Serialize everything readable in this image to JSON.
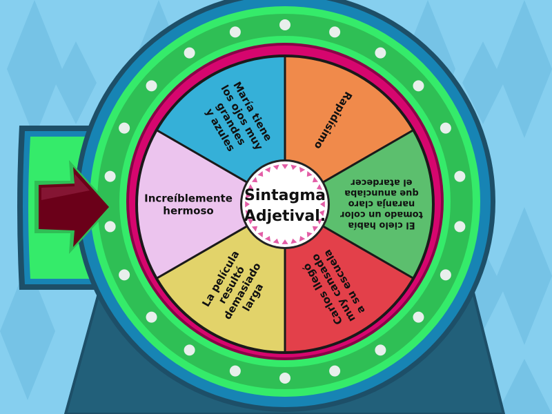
{
  "wheel": {
    "center_label_line1": "Sintagma",
    "center_label_line2": "Adjetival.",
    "segments": [
      {
        "lines": [
          "María tiene",
          "los ojos muy",
          "grandes",
          "y azules"
        ],
        "color": "#35b0d8"
      },
      {
        "lines": [
          "Rapidísimo"
        ],
        "color": "#f08a4b"
      },
      {
        "lines": [
          "El cielo había",
          "tomado un color",
          "naranja claro",
          "que anunciaba",
          "el atardecer"
        ],
        "color": "#5cbf6e"
      },
      {
        "lines": [
          "Carlos llegó",
          "muy cansado",
          "a su escuela"
        ],
        "color": "#e3404a"
      },
      {
        "lines": [
          "La película",
          "resultó",
          "demasiado",
          "larga"
        ],
        "color": "#e2d36a"
      },
      {
        "lines": [
          "Increíblemente",
          "hermoso"
        ],
        "color": "#ecc4ee"
      }
    ]
  },
  "colors": {
    "background": "#86cfef",
    "background_pattern": "#76c3e6",
    "stand": "#22607a",
    "outer_ring_dark": "#1d4f68",
    "outer_ring_blue": "#1784b4",
    "green_light": "#35eb6a",
    "green_mid": "#2fbf55",
    "magenta_ring": "#d6066e",
    "pointer": "#6b0019",
    "dot": "#e8efec",
    "hub_triangles": "#e35da6"
  }
}
